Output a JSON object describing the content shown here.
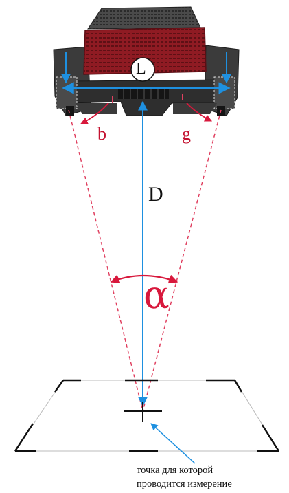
{
  "labels": {
    "baseline": "L",
    "distance": "D",
    "angle": "α",
    "left_angle": "b",
    "right_angle": "g"
  },
  "caption": {
    "line1": "точка для которой",
    "line2": "проводится измерение"
  },
  "colors": {
    "arrow_blue": "#1e90e0",
    "dashed_red": "#e04060",
    "angle_red": "#d8183c",
    "device_red": "#8f1b23",
    "device_dark": "#3a3a3a"
  },
  "icons": {
    "device": "stereo-camera-device-illustration",
    "target": "crosshair-target-icon"
  }
}
